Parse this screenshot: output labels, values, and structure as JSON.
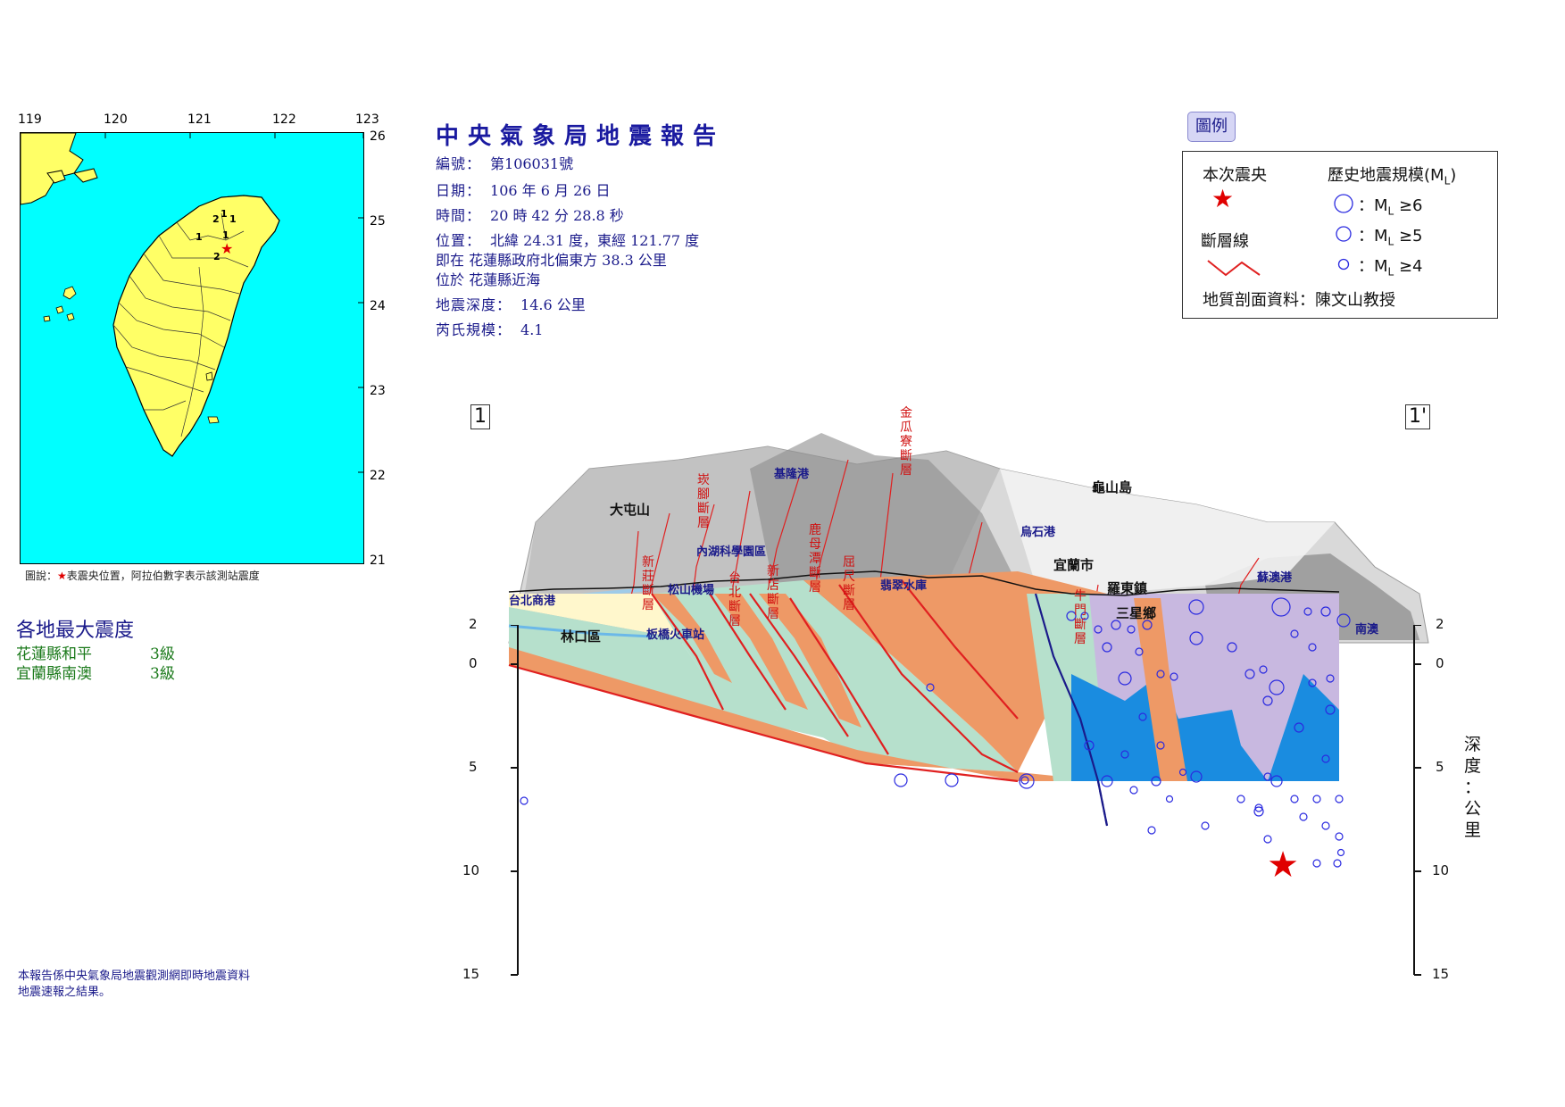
{
  "map": {
    "lon_labels": [
      "119",
      "120",
      "121",
      "122",
      "123"
    ],
    "lat_labels": [
      "26",
      "25",
      "24",
      "23",
      "22",
      "21"
    ],
    "station_intensity_labels": [
      "2",
      "1",
      "1",
      "1",
      "1",
      "2"
    ],
    "caption_prefix": "圖說：",
    "caption_star": "★",
    "caption_text": "表震央位置，阿拉伯數字表示該測站震度"
  },
  "report": {
    "title": "中央氣象局地震報告",
    "number_label": "編號：",
    "number_value": "第106031號",
    "date_label": "日期：",
    "date_value": "106 年 6 月 26 日",
    "time_label": "時間：",
    "time_value": "20 時 42 分 28.8 秒",
    "location_label": "位置：",
    "location_value": "北緯 24.31 度，東經 121.77 度",
    "location_line2": "即在 花蓮縣政府北偏東方 38.3 公里",
    "location_line3": "位於 花蓮縣近海",
    "depth_label": "地震深度：",
    "depth_value": "14.6 公里",
    "magnitude_label": "芮氏規模：",
    "magnitude_value": "4.1"
  },
  "intensity": {
    "heading": "各地最大震度",
    "rows": [
      {
        "place": "花蓮縣和平",
        "level": "3級"
      },
      {
        "place": "宜蘭縣南澳",
        "level": "3級"
      }
    ]
  },
  "footnote": {
    "line1": "本報告係中央氣象局地震觀測網即時地震資料",
    "line2": "地震速報之結果。"
  },
  "legend": {
    "tag": "圖例",
    "epicenter_label": "本次震央",
    "fault_label": "斷層線",
    "history_label": "歷史地震規模(M",
    "history_sub": "L",
    "history_close": ")",
    "m6": "≥6",
    "m5": "≥5",
    "m4": "≥4",
    "m_prefix": "：M",
    "m_sub": "L",
    "source": "地質剖面資料：陳文山教授"
  },
  "section": {
    "left_mark": "1",
    "right_mark": "1'",
    "depth_ticks_left": [
      "2",
      "0",
      "5",
      "10",
      "15"
    ],
    "depth_ticks_right": [
      "2",
      "0",
      "5",
      "10",
      "15"
    ],
    "depth_axis_label": [
      "深",
      "度",
      "：",
      "公",
      "里"
    ],
    "places": {
      "dadun": "大屯山",
      "guishan": "龜山島",
      "yilan": "宜蘭市",
      "luodong": "羅東鎮",
      "sanxing": "三星鄉",
      "linkou": "林口區"
    },
    "small_places": {
      "keelung": "基隆港",
      "neihu": "內湖科學園區",
      "songshan": "松山機場",
      "banqiao": "板橋火車站",
      "taipei_port": "台北商港",
      "feitsui": "翡翠水庫",
      "toucheng": "烏石港",
      "suao": "蘇澳港",
      "nanao": "南澳"
    },
    "faults": {
      "jinguashi": "金瓜寮斷層",
      "kanjiao": "崁腳斷層",
      "xinzhuang": "新莊斷層",
      "taipei": "台北斷層",
      "xindian": "新店斷層",
      "luyukeng": "鹿母潭斷層",
      "qujian": "屈尺斷層",
      "niumen": "牛門斷層"
    }
  },
  "colors": {
    "epicenter": "#e00000",
    "fault": "#e02020",
    "quake_circle": "#2a2ae0",
    "land": "#ffff66",
    "sea": "#00ffff"
  }
}
